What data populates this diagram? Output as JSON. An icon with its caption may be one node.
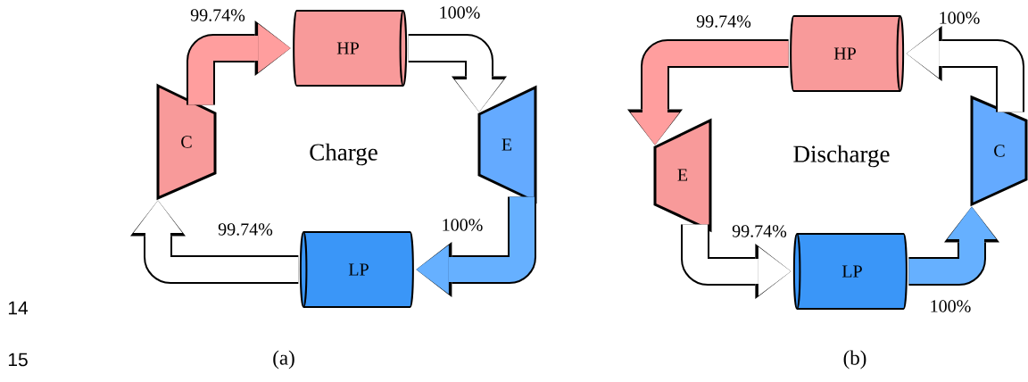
{
  "diagram": {
    "nodes": [
      {
        "text": [
          "C"
        ]
      },
      {
        "text": [
          "HP"
        ]
      },
      {
        "text": [
          "E"
        ]
      },
      {
        "text": [
          "LP"
        ]
      },
      {
        "text": [
          "HP"
        ]
      },
      {
        "text": [
          "E"
        ]
      },
      {
        "text": [
          "LP"
        ]
      },
      {
        "text": [
          "C"
        ]
      }
    ],
    "edges": [
      {
        "from": 0,
        "to": 1,
        "arrow": "to",
        "label": "99.74%",
        "color": "#ff9e9e"
      },
      {
        "from": 1,
        "to": 2,
        "arrow": "to",
        "label": "100%"
      },
      {
        "from": 2,
        "to": 3,
        "arrow": "to",
        "label": "100%",
        "color": "#66b0ff"
      },
      {
        "from": 3,
        "to": 0,
        "arrow": "to",
        "label": "99.74%"
      },
      {
        "from": 4,
        "to": 5,
        "arrow": "to",
        "label": "99.74%",
        "color": "#ff9e9e"
      },
      {
        "from": 5,
        "to": 6,
        "arrow": "to",
        "label": "99.74%"
      },
      {
        "from": 6,
        "to": 7,
        "arrow": "to",
        "label": "100%",
        "color": "#66b0ff"
      },
      {
        "from": 7,
        "to": 4,
        "arrow": "to",
        "label": "100%"
      }
    ],
    "labels": [
      "Charge",
      "Discharge",
      "14",
      "15",
      "(a)",
      "(b)"
    ]
  }
}
